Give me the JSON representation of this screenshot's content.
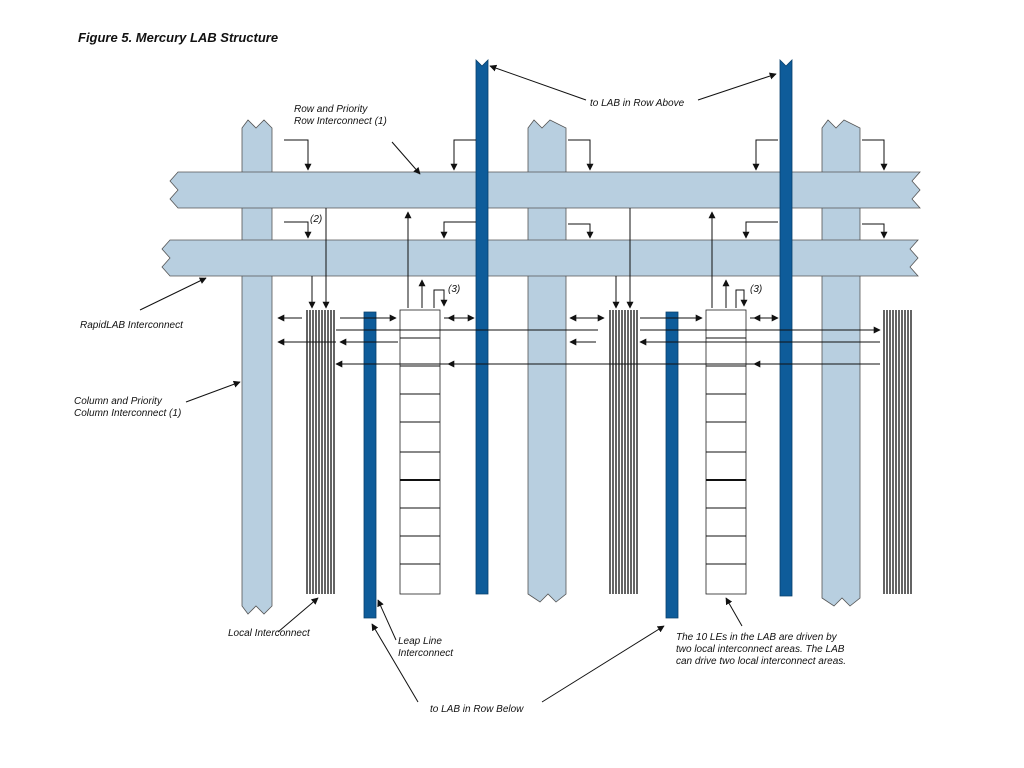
{
  "figure_title": "Figure 5. Mercury LAB Structure",
  "labels": {
    "row_priority": [
      "Row and Priority",
      "Row Interconnect (1)"
    ],
    "to_lab_above": "to LAB in Row Above",
    "rapidlab": "RapidLAB Interconnect",
    "column_priority": [
      "Column and Priority",
      "Column Interconnect (1)"
    ],
    "local_interconnect": "Local Interconnect",
    "leap_line": [
      "Leap Line",
      "Interconnect"
    ],
    "to_lab_below": "to LAB in Row Below",
    "note": [
      "The 10 LEs in the LAB are driven by",
      "two local interconnect areas. The LAB",
      "can drive two local interconnect areas."
    ],
    "note_2": "(2)",
    "note_3a": "(3)",
    "note_3b": "(3)"
  },
  "colors": {
    "interconnect_fill": "#b8cfe0",
    "leap_line_fill": "#0e5c9a"
  }
}
